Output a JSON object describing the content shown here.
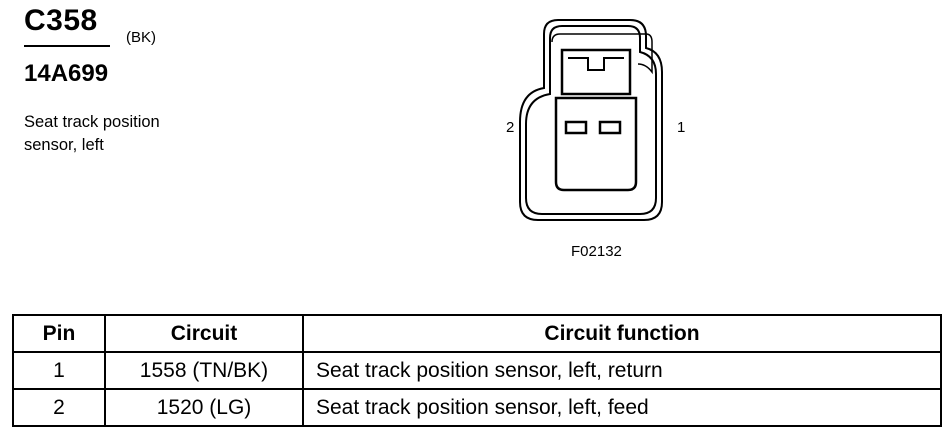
{
  "connector": {
    "id": "C358",
    "color_code": "(BK)",
    "part_number": "14A699",
    "description_line1": "Seat track position",
    "description_line2": "sensor, left"
  },
  "diagram": {
    "pin_left_label": "2",
    "pin_right_label": "1",
    "figure_id": "F02132"
  },
  "table": {
    "headers": [
      "Pin",
      "Circuit",
      "Circuit function"
    ],
    "rows": [
      {
        "pin": "1",
        "circuit": "1558 (TN/BK)",
        "function": "Seat track position sensor, left, return"
      },
      {
        "pin": "2",
        "circuit": "1520 (LG)",
        "function": "Seat track position sensor, left, feed"
      }
    ]
  }
}
